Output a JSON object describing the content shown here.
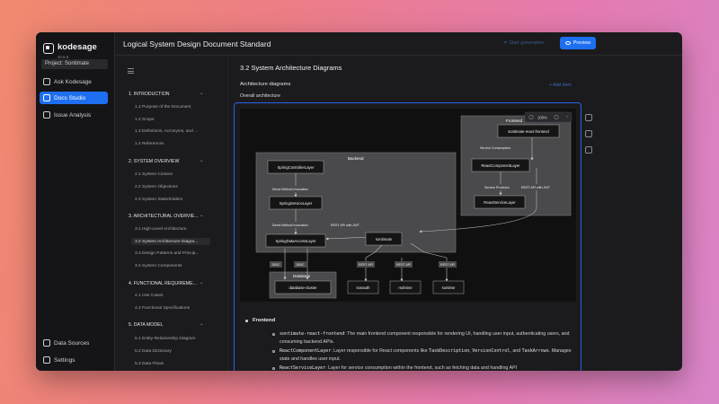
{
  "app": {
    "name": "kodesage",
    "version": "v0.6.5"
  },
  "project": "Project: Sontimate",
  "nav": [
    {
      "label": "Ask Kodesage",
      "icon": "chat-icon"
    },
    {
      "label": "Docs Studio",
      "icon": "docs-icon",
      "active": true
    },
    {
      "label": "Issue Analysis",
      "icon": "check-icon"
    }
  ],
  "nav_bottom": [
    {
      "label": "Data Sources",
      "icon": "data-icon"
    },
    {
      "label": "Settings",
      "icon": "settings-icon"
    }
  ],
  "header": {
    "title": "Logical System Design Document Standard",
    "start_generation": "Start generation",
    "preview": "Preview"
  },
  "toc": [
    {
      "title": "1. INTRODUCTION",
      "items": [
        "1.1 Purpose of the Document",
        "1.2 Scope",
        "1.3 Definitions, Acronyms, and ...",
        "1.4 References"
      ]
    },
    {
      "title": "2. SYSTEM OVERVIEW",
      "items": [
        "2.1 System Context",
        "2.2 System Objectives",
        "2.3 System Stakeholders"
      ]
    },
    {
      "title": "3. ARCHITECTURAL OVERVIE...",
      "items": [
        "3.1 High-Level Architecture",
        "3.2 System Architecture Diagra...",
        "3.3 Design Patterns and Princip...",
        "3.4 System Components"
      ]
    },
    {
      "title": "4. FUNCTIONAL REQUIREME...",
      "items": [
        "4.1 Use Cases",
        "4.2 Functional Specifications"
      ]
    },
    {
      "title": "5. DATA MODEL",
      "items": [
        "5.1 Entity-Relationship Diagram",
        "5.2 Data Dictionary",
        "5.3 Data Flows"
      ]
    }
  ],
  "content": {
    "section_title": "3.2 System Architecture Diagrams",
    "arch_label": "Architecture diagrams",
    "add_item": "+ Add item",
    "overall": "Overall architecture",
    "zoom": "100%"
  },
  "diagram": {
    "groups": {
      "frontend": "Frontend",
      "backend": "Backend",
      "database": "Database"
    },
    "nodes": {
      "react_frontend": "sontimate-react-frontend",
      "react_component": "ReactComponentLayer",
      "react_service": "ReactServiceLayer",
      "spring_controller": "SpringControllerLayer",
      "spring_service": "SpringServiceLayer",
      "spring_data": "SpringDataAccessLayer",
      "sontimate": "sontimate",
      "db": "database-cluster",
      "sonauth": "sonauth",
      "redmine": "redmine",
      "sontime": "sontime"
    },
    "edges": {
      "service_consumption": "Service Consumption",
      "service_provision": "Service Provision",
      "rest_api_jwt": "REST API with JWT",
      "direct_method": "Direct Method Invocation",
      "jdbc": "JDBC",
      "rest_api": "REST API"
    }
  },
  "bullets": {
    "heading": "Frontend",
    "items": [
      {
        "code": "sontimate-react-frontend",
        "text": ": The main frontend component responsible for rendering UI, handling user input, authenticating users, and consuming backend APIs."
      },
      {
        "code": "ReactComponentLayer",
        "text": ": Layer responsible for React components like ",
        "code2": "TaskDescription",
        "sep": ", ",
        "code3": "VersionControl",
        "text2": ", and ",
        "code4": "TaskArrows",
        "text3": ". Manages state and handles user input."
      },
      {
        "code": "ReactServiceLayer",
        "text": ": Layer for service consumption within the frontend, such as fetching data and handling API"
      }
    ]
  }
}
